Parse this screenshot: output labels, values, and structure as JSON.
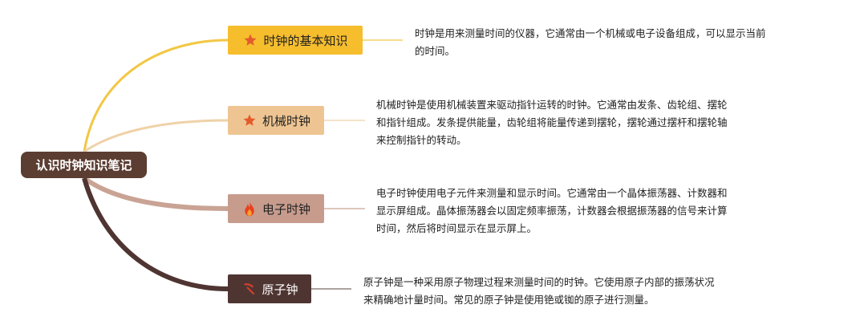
{
  "root": {
    "label": "认识时钟知识笔记"
  },
  "branches": [
    {
      "label": "时钟的基本知识",
      "icon": "star-icon",
      "description": "时钟是用来测量时间的仪器，它通常由一个机械或电子设备组成，可以显示当前\n的时间。",
      "colors": {
        "fill": "#f6bd2d",
        "text": "#222222",
        "line": "#f2c744"
      }
    },
    {
      "label": "机械时钟",
      "icon": "star-icon",
      "description": "机械时钟是使用机械装置来驱动指针运转的时钟。它通常由发条、齿轮组、摆轮\n和指针组成。发条提供能量，齿轮组将能量传递到摆轮，摆轮通过摆杆和摆轮轴\n来控制指针的转动。",
      "colors": {
        "fill": "#eec592",
        "text": "#222222",
        "line": "#efd2a8"
      }
    },
    {
      "label": "电子时钟",
      "icon": "fire-icon",
      "description": "电子时钟使用电子元件来测量和显示时间。它通常由一个晶体振荡器、计数器和\n显示屏组成。晶体振荡器会以固定频率振荡，计数器会根据振荡器的信号来计算\n时间，然后将时间显示在显示屏上。",
      "colors": {
        "fill": "#c79c8d",
        "text": "#222222",
        "line": "#c9a394"
      }
    },
    {
      "label": "原子钟",
      "icon": "pickaxe-icon",
      "description": "原子钟是一种采用原子物理过程来测量时间的时钟。它使用原子内部的振荡状况\n来精确地计量时间。常见的原子钟是使用铯或铷的原子进行测量。",
      "colors": {
        "fill": "#4f3532",
        "text": "#ffffff",
        "line": "#4f3532"
      }
    }
  ]
}
